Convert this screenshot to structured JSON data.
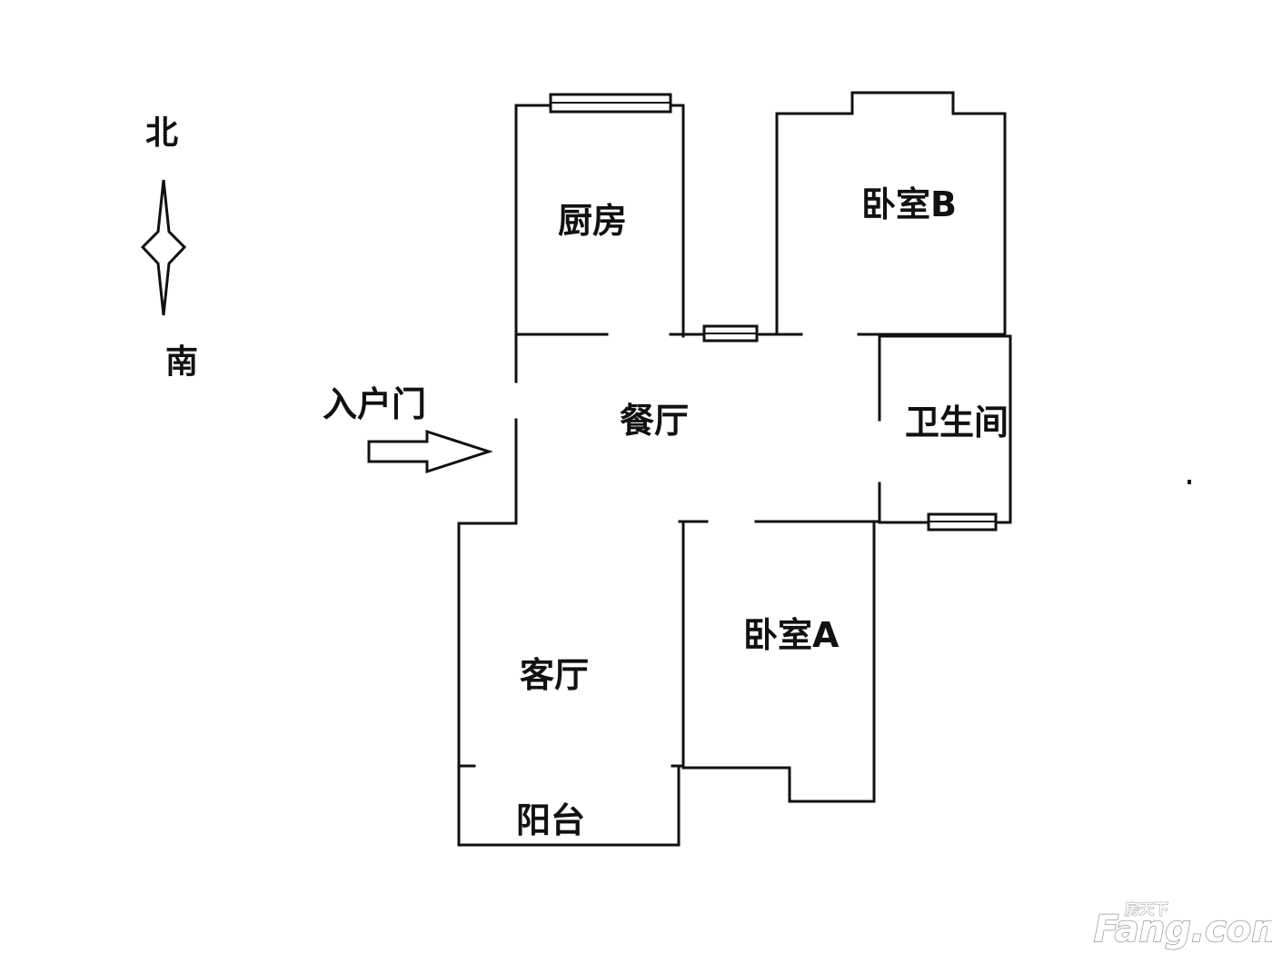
{
  "compass": {
    "north": "北",
    "south": "南"
  },
  "entrance": {
    "label": "入户门"
  },
  "rooms": {
    "kitchen": "厨房",
    "bedroom_b": "卧室B",
    "dining": "餐厅",
    "bathroom": "卫生间",
    "living": "客厅",
    "bedroom_a": "卧室A",
    "balcony": "阳台"
  },
  "watermark": {
    "brand": "Fang.com",
    "chinese": "房天下"
  }
}
